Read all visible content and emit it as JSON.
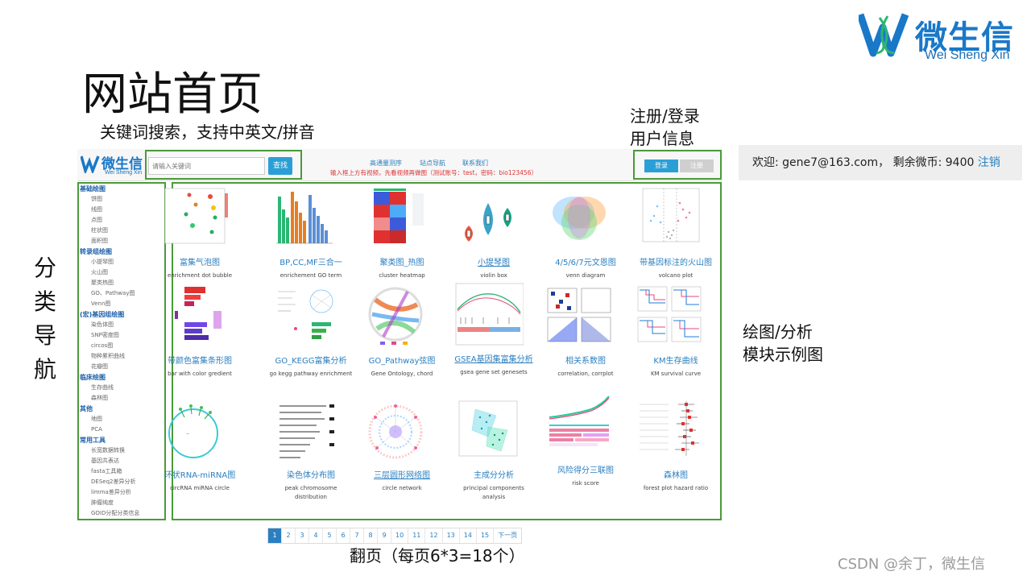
{
  "brand": {
    "cn": "微生信",
    "en": "Wei Sheng Xin",
    "color": "#1a78c8"
  },
  "page_title": "网站首页",
  "annotations": {
    "search": "关键词搜索，支持中英文/拼音",
    "login_line1": "注册/登录",
    "login_line2": "用户信息",
    "nav": "分类导航",
    "modules_line1": "绘图/分析",
    "modules_line2": "模块示例图",
    "pager": "翻页（每页6*3=18个）"
  },
  "site": {
    "logo_cn": "微生信",
    "logo_en": "Wei Sheng Xin",
    "search_placeholder": "请输入关键词",
    "search_button": "查找",
    "links": [
      "高通量测序",
      "站点导航",
      "联系我们"
    ],
    "notice": "输入框上方有视频，先看视频再做图（测试账号：test，密码：bio123456）",
    "login_button": "登录",
    "register_button": "注册"
  },
  "welcome": {
    "text": "欢迎: gene7@163.com， 剩余微币: 9400",
    "logout": "注销"
  },
  "sidebar": [
    {
      "title": "基础绘图",
      "items": [
        "饼图",
        "线图",
        "点图",
        "柱状图",
        "面积图"
      ]
    },
    {
      "title": "转录组绘图",
      "items": [
        "小提琴图",
        "火山图",
        "聚类热图",
        "GO、Pathway图",
        "Venn图"
      ]
    },
    {
      "title": "(宏)基因组绘图",
      "items": [
        "染色体图",
        "SNP密度图",
        "circos图",
        "物种累积曲线",
        "花瓣图"
      ]
    },
    {
      "title": "临床绘图",
      "items": [
        "生存曲线",
        "森林图"
      ]
    },
    {
      "title": "其他",
      "items": [
        "地图",
        "PCA"
      ]
    },
    {
      "title": "常用工具",
      "items": [
        "长宽数据转换",
        "基因共表达",
        "fasta工具箱",
        "DESeq2差异分析",
        "limma差异分析",
        "肿瘤纯度",
        "GOID分配分类信息"
      ]
    }
  ],
  "cards": [
    {
      "cn": "富集气泡图",
      "en": "enrichment dot bubble",
      "icon": "dot-bubble-thumb"
    },
    {
      "cn": "BP,CC,MF三合一",
      "en": "enrichement GO term",
      "icon": "go-bar-thumb"
    },
    {
      "cn": "聚类图_热图",
      "en": "cluster heatmap",
      "icon": "heatmap-thumb"
    },
    {
      "cn": "小提琴图",
      "en": "violin box",
      "icon": "violin-thumb"
    },
    {
      "cn": "4/5/6/7元文恩图",
      "en": "venn diagram",
      "icon": "venn-thumb"
    },
    {
      "cn": "带基因标注的火山图",
      "en": "volcano plot",
      "icon": "volcano-thumb"
    },
    {
      "cn": "带颜色富集条形图",
      "en": "bar with color gredient",
      "icon": "color-bar-thumb"
    },
    {
      "cn": "GO_KEGG富集分析",
      "en": "go kegg pathway enrichment",
      "icon": "go-kegg-thumb"
    },
    {
      "cn": "GO_Pathway弦图",
      "en": "Gene Ontology, chord",
      "icon": "chord-thumb"
    },
    {
      "cn": "GSEA基因集富集分析",
      "en": "gsea gene set genesets",
      "icon": "gsea-thumb"
    },
    {
      "cn": "相关系数图",
      "en": "correlation, corrplot",
      "icon": "corr-thumb"
    },
    {
      "cn": "KM生存曲线",
      "en": "KM survival curve",
      "icon": "km-thumb"
    },
    {
      "cn": "环状RNA-miRNA图",
      "en": "circRNA miRNA circle",
      "icon": "circrna-thumb"
    },
    {
      "cn": "染色体分布图",
      "en": "peak chromosome distribution",
      "icon": "chromosome-thumb"
    },
    {
      "cn": "三层圆形网络图",
      "en": "circle network",
      "icon": "circle-network-thumb"
    },
    {
      "cn": "主成分分析",
      "en": "principal components analysis",
      "icon": "pca-thumb"
    },
    {
      "cn": "风险得分三联图",
      "en": "risk score",
      "icon": "risk-score-thumb"
    },
    {
      "cn": "森林图",
      "en": "forest plot hazard ratio",
      "icon": "forest-thumb"
    }
  ],
  "pagination": [
    "1",
    "2",
    "3",
    "4",
    "5",
    "6",
    "7",
    "8",
    "9",
    "10",
    "11",
    "12",
    "13",
    "14",
    "15",
    "下一页"
  ],
  "watermark": "CSDN @余丁，微生信"
}
